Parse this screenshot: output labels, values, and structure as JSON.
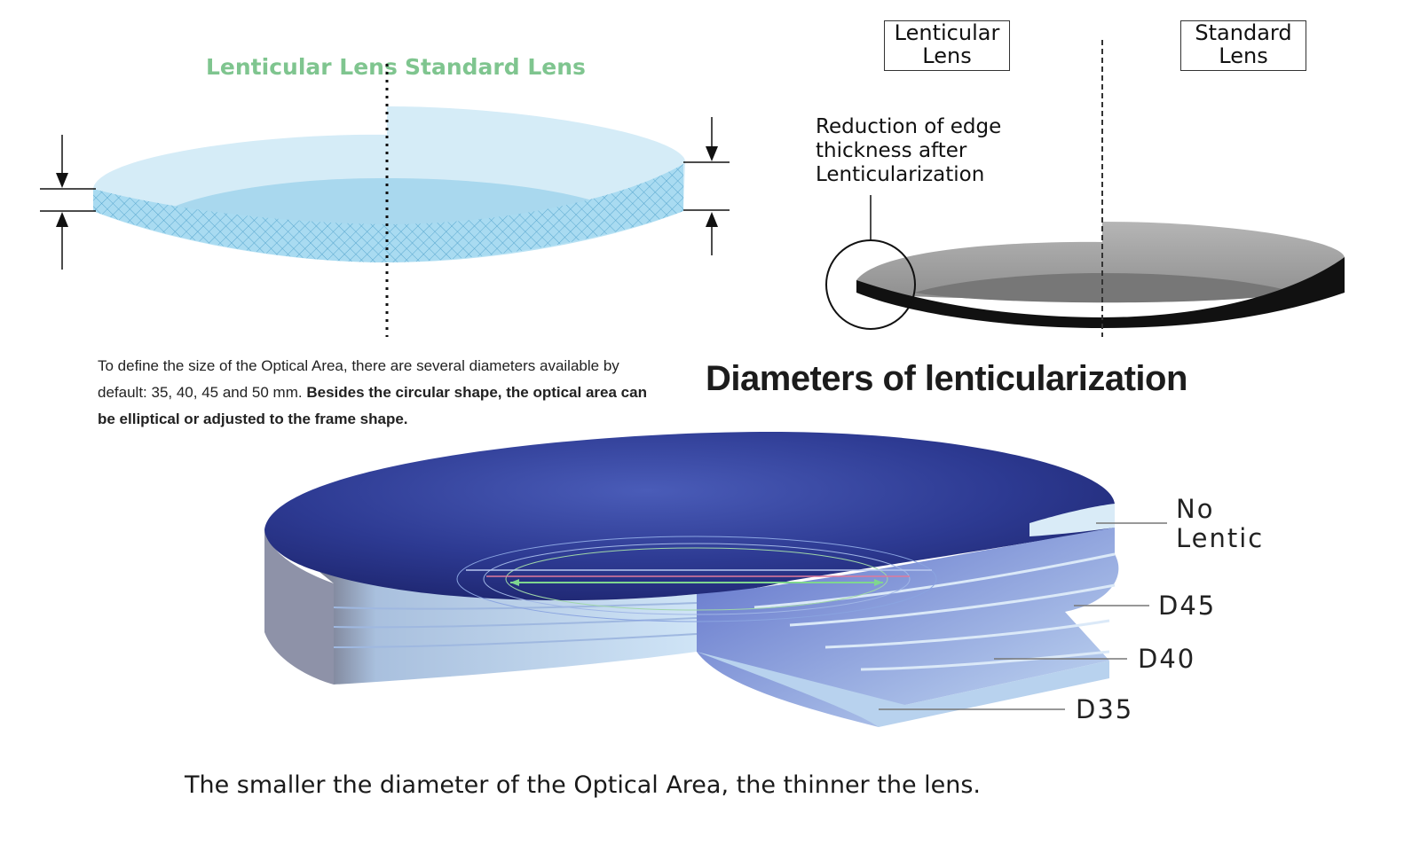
{
  "left_diagram": {
    "label_left": "Lenticular Lens",
    "label_right": "Standard Lens"
  },
  "right_diagram": {
    "label_left": "Lenticular\nLens",
    "label_right": "Standard\nLens",
    "note": "Reduction of edge\nthickness after\nLenticularization"
  },
  "description": {
    "text_plain": "To define the size of the Optical Area, there are several diameters available by default: 35, 40, 45 and 50 mm.",
    "text_bold": "Besides the circular shape, the optical area can be elliptical or adjusted to the frame shape."
  },
  "heading": "Diameters of lenticularization",
  "cutaway": {
    "labels": {
      "no_lentic": "No\nLentic",
      "d45": "D45",
      "d40": "D40",
      "d35": "D35"
    }
  },
  "caption": "The smaller the diameter of the Optical Area, the thinner the lens."
}
